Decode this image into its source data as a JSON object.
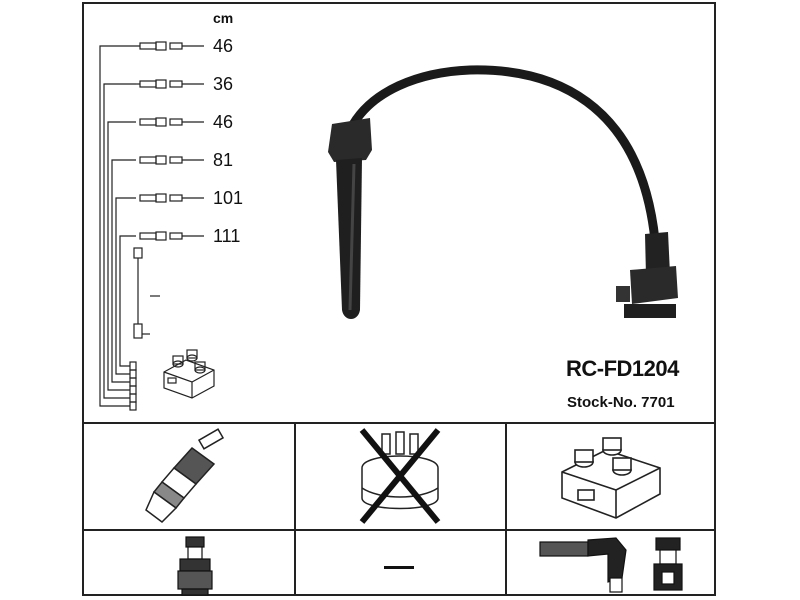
{
  "unit_label": "cm",
  "lengths": [
    "46",
    "36",
    "46",
    "81",
    "101",
    "111"
  ],
  "model": "RC-FD1204",
  "stock": "Stock-No. 7701",
  "dash_label": "–",
  "icons": [
    "spark-plug-icon",
    "distributor-cap-crossed-icon",
    "ignition-coil-icon",
    "plug-boot-icon",
    "dash-icon",
    "angled-boot-icon",
    "coil-boot-icon"
  ]
}
